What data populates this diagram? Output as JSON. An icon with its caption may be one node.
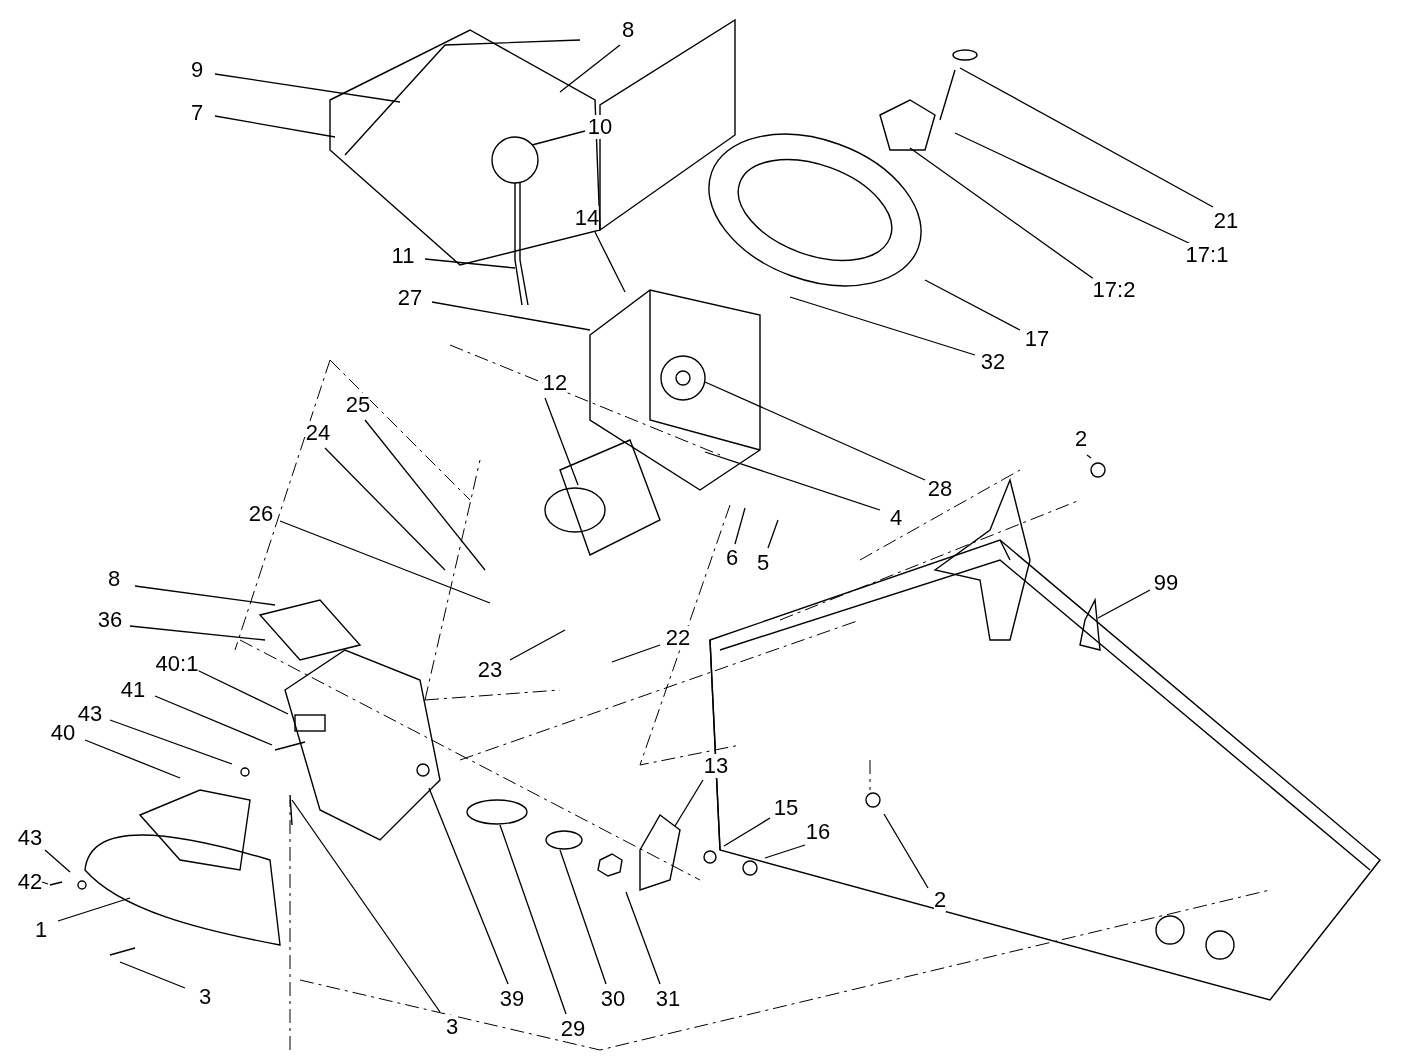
{
  "diagram": {
    "nodes": [
      {
        "text": [
          "8"
        ]
      },
      {
        "text": [
          "9"
        ]
      },
      {
        "text": [
          "7"
        ]
      },
      {
        "text": [
          "10"
        ]
      },
      {
        "text": [
          "21"
        ]
      },
      {
        "text": [
          "14"
        ]
      },
      {
        "text": [
          "17:1"
        ]
      },
      {
        "text": [
          "11"
        ]
      },
      {
        "text": [
          "17:2"
        ]
      },
      {
        "text": [
          "27"
        ]
      },
      {
        "text": [
          "17"
        ]
      },
      {
        "text": [
          "32"
        ]
      },
      {
        "text": [
          "12"
        ]
      },
      {
        "text": [
          "25"
        ]
      },
      {
        "text": [
          "24"
        ]
      },
      {
        "text": [
          "2"
        ]
      },
      {
        "text": [
          "28"
        ]
      },
      {
        "text": [
          "26"
        ]
      },
      {
        "text": [
          "4"
        ]
      },
      {
        "text": [
          "6"
        ]
      },
      {
        "text": [
          "5"
        ]
      },
      {
        "text": [
          "99"
        ]
      },
      {
        "text": [
          "8"
        ]
      },
      {
        "text": [
          "36"
        ]
      },
      {
        "text": [
          "22"
        ]
      },
      {
        "text": [
          "40:1"
        ]
      },
      {
        "text": [
          "23"
        ]
      },
      {
        "text": [
          "41"
        ]
      },
      {
        "text": [
          "43"
        ]
      },
      {
        "text": [
          "40"
        ]
      },
      {
        "text": [
          "13"
        ]
      },
      {
        "text": [
          "15"
        ]
      },
      {
        "text": [
          "16"
        ]
      },
      {
        "text": [
          "43"
        ]
      },
      {
        "text": [
          "42"
        ]
      },
      {
        "text": [
          "2"
        ]
      },
      {
        "text": [
          "1"
        ]
      },
      {
        "text": [
          "3"
        ]
      },
      {
        "text": [
          "39"
        ]
      },
      {
        "text": [
          "3"
        ]
      },
      {
        "text": [
          "29"
        ]
      },
      {
        "text": [
          "30"
        ]
      },
      {
        "text": [
          "31"
        ]
      }
    ],
    "edges": [
      {
        "from": 0,
        "to": null,
        "arrow": "none"
      },
      {
        "from": 1,
        "to": null,
        "arrow": "none"
      },
      {
        "from": 2,
        "to": null,
        "arrow": "none"
      },
      {
        "from": 3,
        "to": null,
        "arrow": "none"
      },
      {
        "from": 4,
        "to": null,
        "arrow": "none"
      },
      {
        "from": 5,
        "to": null,
        "arrow": "none"
      },
      {
        "from": 6,
        "to": null,
        "arrow": "none"
      },
      {
        "from": 7,
        "to": null,
        "arrow": "none"
      },
      {
        "from": 8,
        "to": null,
        "arrow": "none"
      },
      {
        "from": 9,
        "to": null,
        "arrow": "none"
      },
      {
        "from": 10,
        "to": null,
        "arrow": "none"
      },
      {
        "from": 11,
        "to": null,
        "arrow": "none"
      },
      {
        "from": 12,
        "to": null,
        "arrow": "none"
      },
      {
        "from": 13,
        "to": null,
        "arrow": "none"
      },
      {
        "from": 14,
        "to": null,
        "arrow": "none"
      },
      {
        "from": 15,
        "to": null,
        "arrow": "none"
      },
      {
        "from": 16,
        "to": null,
        "arrow": "none"
      },
      {
        "from": 17,
        "to": null,
        "arrow": "none"
      },
      {
        "from": 18,
        "to": null,
        "arrow": "none"
      },
      {
        "from": 19,
        "to": null,
        "arrow": "none"
      },
      {
        "from": 20,
        "to": null,
        "arrow": "none"
      },
      {
        "from": 21,
        "to": null,
        "arrow": "none"
      },
      {
        "from": 22,
        "to": null,
        "arrow": "none"
      },
      {
        "from": 23,
        "to": null,
        "arrow": "none"
      },
      {
        "from": 24,
        "to": null,
        "arrow": "none"
      },
      {
        "from": 25,
        "to": null,
        "arrow": "none"
      },
      {
        "from": 26,
        "to": null,
        "arrow": "none"
      },
      {
        "from": 27,
        "to": null,
        "arrow": "none"
      },
      {
        "from": 28,
        "to": null,
        "arrow": "none"
      },
      {
        "from": 29,
        "to": null,
        "arrow": "none"
      },
      {
        "from": 30,
        "to": null,
        "arrow": "none"
      },
      {
        "from": 31,
        "to": null,
        "arrow": "none"
      },
      {
        "from": 32,
        "to": null,
        "arrow": "none"
      },
      {
        "from": 33,
        "to": null,
        "arrow": "none"
      },
      {
        "from": 34,
        "to": null,
        "arrow": "none"
      },
      {
        "from": 35,
        "to": null,
        "arrow": "none"
      },
      {
        "from": 36,
        "to": null,
        "arrow": "none"
      },
      {
        "from": 37,
        "to": null,
        "arrow": "none"
      },
      {
        "from": 38,
        "to": null,
        "arrow": "none"
      },
      {
        "from": 39,
        "to": null,
        "arrow": "none"
      },
      {
        "from": 40,
        "to": null,
        "arrow": "none"
      },
      {
        "from": 41,
        "to": null,
        "arrow": "none"
      },
      {
        "from": 42,
        "to": null,
        "arrow": "none"
      }
    ]
  }
}
